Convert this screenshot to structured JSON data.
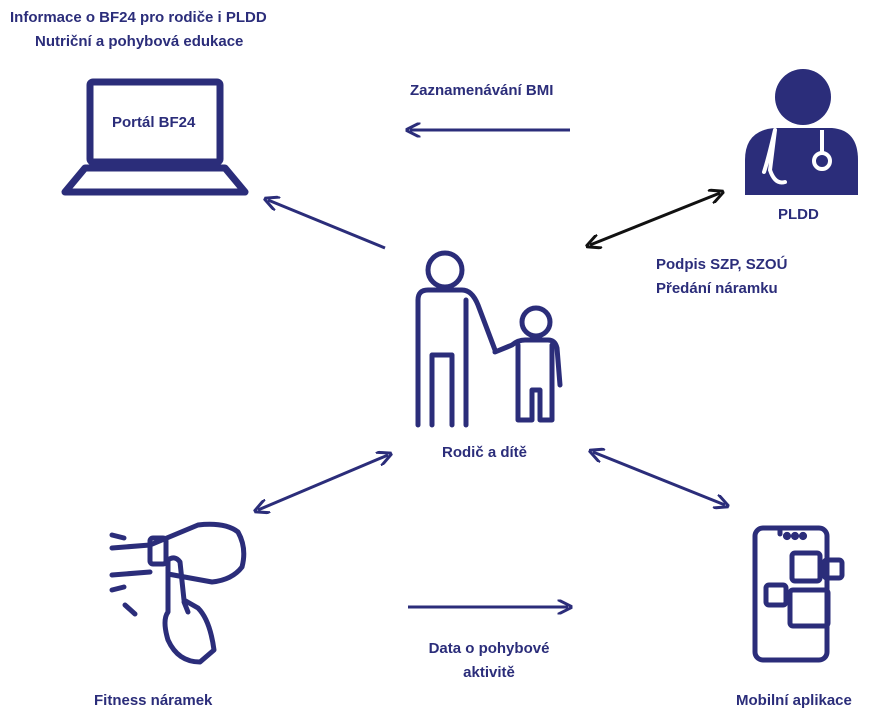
{
  "colors": {
    "primary": "#2b2d7a",
    "arrow_black": "#111111",
    "background": "#ffffff"
  },
  "portal": {
    "info_line1": "Informace o BF24 pro rodiče i PLDD",
    "info_line2": "Nutriční a pohybová edukace",
    "screen_label": "Portál BF24",
    "icon": "laptop-icon"
  },
  "pldd": {
    "label": "PLDD",
    "icon": "doctor-icon",
    "edge_label": "Zaznamenávání BMI",
    "note_line1": "Podpis SZP, SZOÚ",
    "note_line2": "Předání náramku"
  },
  "center": {
    "label": "Rodič a dítě",
    "icon": "parent-child-icon"
  },
  "fitness": {
    "label": "Fitness náramek",
    "icon": "fitness-band-icon"
  },
  "mobile": {
    "label": "Mobilní aplikace",
    "icon": "mobile-app-icon"
  },
  "data_flow": {
    "line1": "Data o pohybové",
    "line2": "aktivitě"
  }
}
